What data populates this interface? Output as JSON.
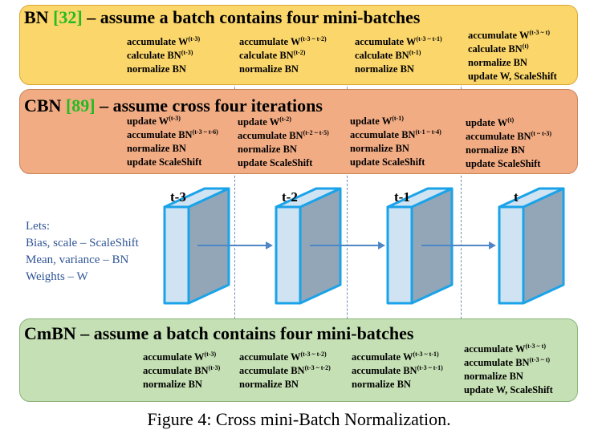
{
  "bn": {
    "title_main": "BN",
    "title_ref": "[32]",
    "title_rest": "– assume a batch contains four mini-batches",
    "columns": [
      [
        {
          "text": "accumulate W",
          "sup": "(t-3)"
        },
        {
          "text": "calculate BN",
          "sup": "(t-3)"
        },
        {
          "text": "normalize BN",
          "sup": ""
        }
      ],
      [
        {
          "text": "accumulate W",
          "sup": "(t-3 ~ t-2)"
        },
        {
          "text": "calculate BN",
          "sup": "(t-2)"
        },
        {
          "text": "normalize BN",
          "sup": ""
        }
      ],
      [
        {
          "text": "accumulate W",
          "sup": "(t-3 ~ t-1)"
        },
        {
          "text": "calculate BN",
          "sup": "(t-1)"
        },
        {
          "text": "normalize BN",
          "sup": ""
        }
      ],
      [
        {
          "text": "accumulate W",
          "sup": "(t-3 ~ t)"
        },
        {
          "text": "calculate BN",
          "sup": "(t)"
        },
        {
          "text": "normalize BN",
          "sup": ""
        },
        {
          "text": "update W, ScaleShift",
          "sup": ""
        }
      ]
    ]
  },
  "cbn": {
    "title_main": "CBN",
    "title_ref": "[89]",
    "title_rest": "– assume cross four iterations",
    "columns": [
      [
        {
          "text": "update W",
          "sup": "(t-3)"
        },
        {
          "text": "accumulate BN",
          "sup": "(t-3 ~ t-6)"
        },
        {
          "text": "normalize BN",
          "sup": ""
        },
        {
          "text": "update ScaleShift",
          "sup": ""
        }
      ],
      [
        {
          "text": "update W",
          "sup": "(t-2)"
        },
        {
          "text": "accumulate BN",
          "sup": "(t-2 ~ t-5)"
        },
        {
          "text": "normalize BN",
          "sup": ""
        },
        {
          "text": "update ScaleShift",
          "sup": ""
        }
      ],
      [
        {
          "text": "update W",
          "sup": "(t-1)"
        },
        {
          "text": "accumulate BN",
          "sup": "(t-1 ~ t-4)"
        },
        {
          "text": "normalize BN",
          "sup": ""
        },
        {
          "text": "update ScaleShift",
          "sup": ""
        }
      ],
      [
        {
          "text": "update W",
          "sup": "(t)"
        },
        {
          "text": "accumulate BN",
          "sup": "(t ~ t-3)"
        },
        {
          "text": "normalize BN",
          "sup": ""
        },
        {
          "text": "update ScaleShift",
          "sup": ""
        }
      ]
    ]
  },
  "cmbn": {
    "title": "CmBN – assume a batch contains four mini-batches",
    "columns": [
      [
        {
          "text": "accumulate W",
          "sup": "(t-3)"
        },
        {
          "text": "accumulate BN",
          "sup": "(t-3)"
        },
        {
          "text": "normalize BN",
          "sup": ""
        }
      ],
      [
        {
          "text": "accumulate W",
          "sup": "(t-3 ~ t-2)"
        },
        {
          "text": "accumulate BN",
          "sup": "(t-3 ~ t-2)"
        },
        {
          "text": "normalize BN",
          "sup": ""
        }
      ],
      [
        {
          "text": "accumulate W",
          "sup": "(t-3 ~ t-1)"
        },
        {
          "text": "accumulate BN",
          "sup": "(t-3 ~ t-1)"
        },
        {
          "text": "normalize BN",
          "sup": ""
        }
      ],
      [
        {
          "text": "accumulate W",
          "sup": "(t-3 ~ t)"
        },
        {
          "text": "accumulate BN",
          "sup": "(t-3 ~ t)"
        },
        {
          "text": "normalize BN",
          "sup": ""
        },
        {
          "text": "update W, ScaleShift",
          "sup": ""
        }
      ]
    ]
  },
  "frames": [
    "t-3",
    "t-2",
    "t-1",
    "t"
  ],
  "legend": {
    "heading": "Lets:",
    "lines": [
      "Bias, scale – ScaleShift",
      "Mean, variance – BN",
      "Weights – W"
    ]
  },
  "caption": "Figure 4: Cross mini-Batch Normalization.",
  "colors": {
    "bn_panel": "#fbd66b",
    "cbn_panel": "#f2ac84",
    "cmbn_panel": "#c5e0b4",
    "reference_text": "#22bb22",
    "block_front": "#cfe3f3",
    "block_side": "#92a6b8",
    "block_outline": "#1aa3e8",
    "arrow": "#4f86c6",
    "legend_text": "#2f5496"
  }
}
